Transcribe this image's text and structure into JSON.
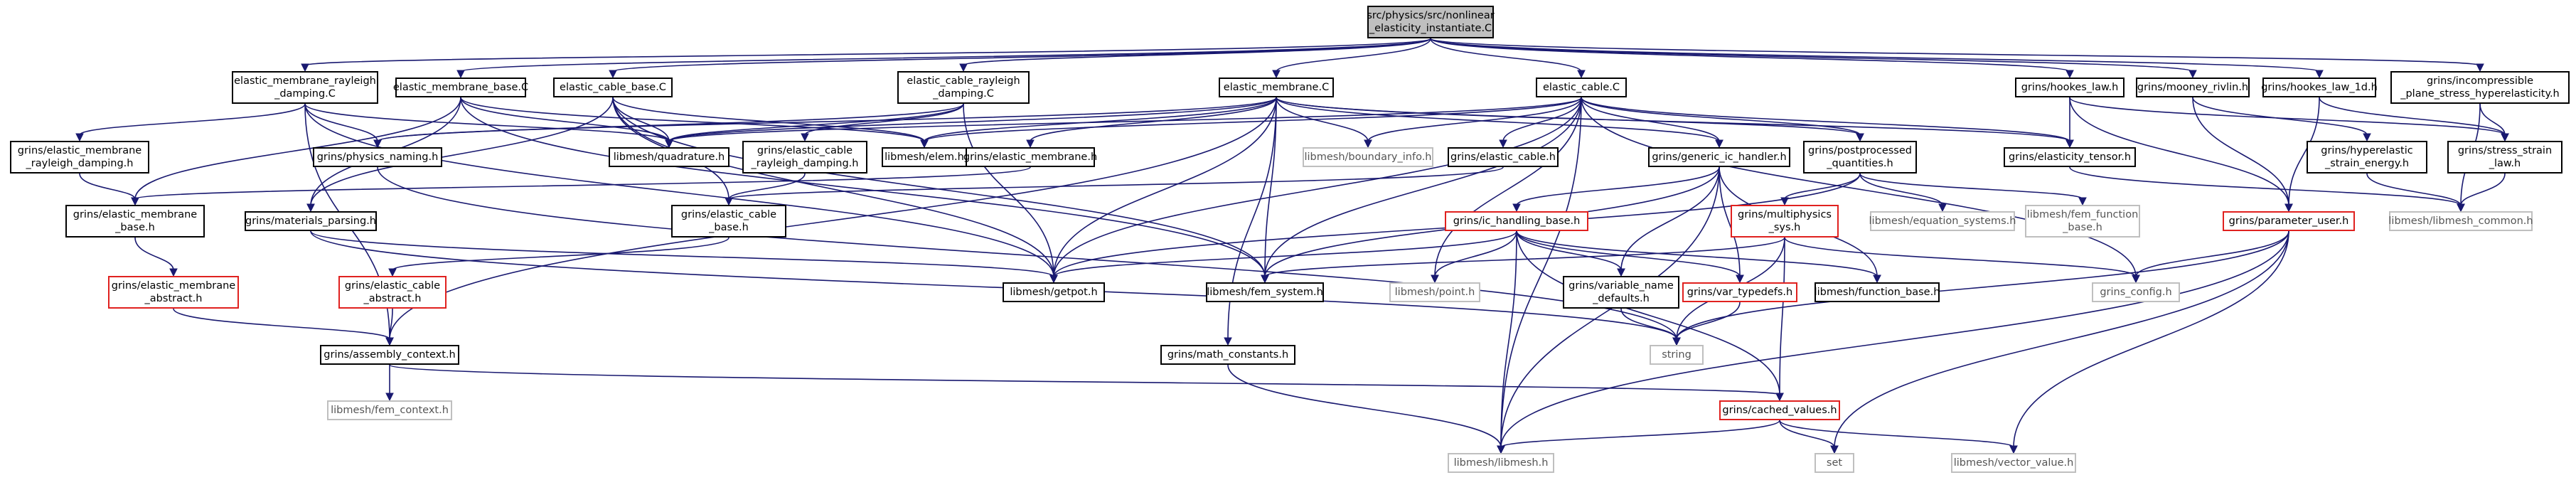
{
  "colors": {
    "edge": "#191970",
    "node_border": "#000000",
    "missing_border": "#bfbfbf",
    "truncated_border": "#e0211f",
    "root_fill": "#bfbfbf"
  },
  "nodes": {
    "root": "src/physics/src/nonlinear\n_elasticity_instantiate.C",
    "em_rayleigh_damping_C": "elastic_membrane_rayleigh\n_damping.C",
    "em_base_C": "elastic_membrane_base.C",
    "ec_base_C": "elastic_cable_base.C",
    "ec_rayleigh_damping_C": "elastic_cable_rayleigh\n_damping.C",
    "em_C": "elastic_membrane.C",
    "ec_C": "elastic_cable.C",
    "hookes_law_h": "grins/hookes_law.h",
    "mooney_rivlin_h": "grins/mooney_rivlin.h",
    "hookes_law_1d_h": "grins/hookes_law_1d.h",
    "incompressible_h": "grins/incompressible\n_plane_stress_hyperelasticity.h",
    "em_rayleigh_damping_h": "grins/elastic_membrane\n_rayleigh_damping.h",
    "physics_naming_h": "grins/physics_naming.h",
    "quadrature_h": "libmesh/quadrature.h",
    "ec_rayleigh_damping_h": "grins/elastic_cable\n_rayleigh_damping.h",
    "elem_h": "libmesh/elem.h",
    "grins_em_h": "grins/elastic_membrane.h",
    "boundary_info_h": "libmesh/boundary_info.h",
    "grins_ec_h": "grins/elastic_cable.h",
    "generic_ic_handler_h": "grins/generic_ic_handler.h",
    "postprocessed_h": "grins/postprocessed\n_quantities.h",
    "elasticity_tensor_h": "grins/elasticity_tensor.h",
    "hyperelastic_strain_h": "grins/hyperelastic\n_strain_energy.h",
    "stress_strain_law_h": "grins/stress_strain\n_law.h",
    "em_base_h": "grins/elastic_membrane\n_base.h",
    "materials_parsing_h": "grins/materials_parsing.h",
    "ec_base_h": "grins/elastic_cable\n_base.h",
    "ic_handling_base_h": "grins/ic_handling_base.h",
    "multiphysics_sys_h": "grins/multiphysics\n_sys.h",
    "equation_systems_h": "libmesh/equation_systems.h",
    "fem_function_base_h": "libmesh/fem_function\n_base.h",
    "parameter_user_h": "grins/parameter_user.h",
    "libmesh_common_h": "libmesh/libmesh_common.h",
    "em_abstract_h": "grins/elastic_membrane\n_abstract.h",
    "ec_abstract_h": "grins/elastic_cable\n_abstract.h",
    "getpot_h": "libmesh/getpot.h",
    "fem_system_h": "libmesh/fem_system.h",
    "point_h": "libmesh/point.h",
    "var_name_defaults_h": "grins/variable_name\n_defaults.h",
    "var_typedefs_h": "grins/var_typedefs.h",
    "function_base_h": "libmesh/function_base.h",
    "grins_config_h": "grins_config.h",
    "string": "string",
    "assembly_context_h": "grins/assembly_context.h",
    "fem_context_h": "libmesh/fem_context.h",
    "math_constants_h": "grins/math_constants.h",
    "cached_values_h": "grins/cached_values.h",
    "libmesh_h": "libmesh/libmesh.h",
    "set": "set",
    "vector_value_h": "libmesh/vector_value.h"
  }
}
